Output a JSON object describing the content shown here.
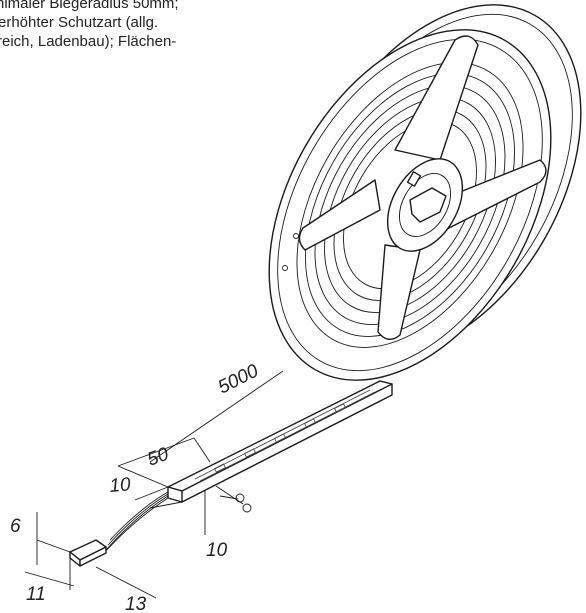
{
  "description": {
    "lines": [
      "nimaler Biegeradius 50mm;",
      "erhöhter Schutzart (allg.",
      "reich, Ladenbau); Flächen-"
    ]
  },
  "dimensions": {
    "length": "5000",
    "segment": "50",
    "width_strip": "10",
    "height_strip": "10",
    "connector_height": "6",
    "connector_width": "11",
    "connector_length": "13"
  },
  "icons": {
    "scissors": "scissors-icon"
  }
}
